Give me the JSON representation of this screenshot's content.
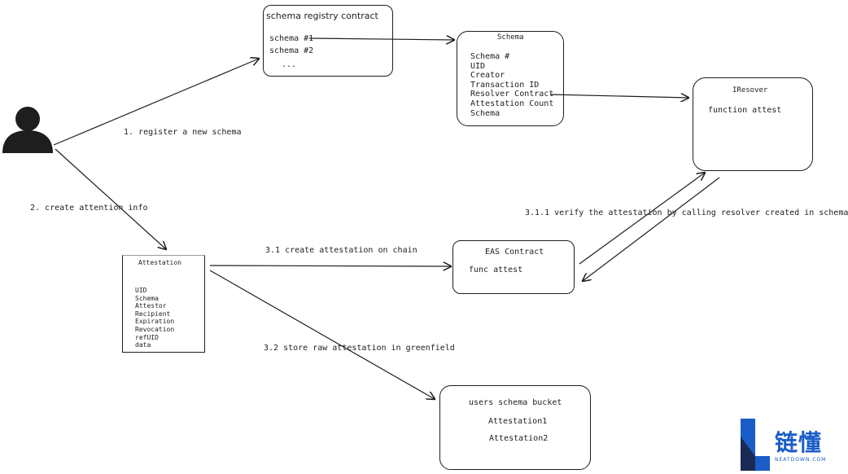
{
  "registry": {
    "title": "schema registry contract",
    "items": [
      "schema #1",
      "schema #2",
      "..."
    ]
  },
  "schema": {
    "title": "Schema",
    "fields": [
      "Schema #",
      "UID",
      "Creator",
      "Transaction ID",
      "Resolver Contract",
      "Attestation Count",
      "Schema"
    ]
  },
  "resolver": {
    "title": "IResover",
    "function": "function attest"
  },
  "attestation": {
    "title": "Attestation",
    "fields": [
      "UID",
      "Schema",
      "Attestor",
      "Recipient",
      "Expiration",
      "Revocation",
      "refUID",
      "data"
    ]
  },
  "eas": {
    "title": "EAS Contract",
    "function": "func attest"
  },
  "bucket": {
    "title": "users schema bucket",
    "items": [
      "Attestation1",
      "Attestation2"
    ]
  },
  "edges": {
    "register": "1. register a new schema",
    "create_info": "2. create attention info",
    "create_chain": "3.1 create attestation on chain",
    "store_raw": "3.2 store raw attestation in greenfield",
    "verify": "3.1.1 verify the attestation by calling resolver created in schema"
  },
  "logo": {
    "text": "链懂",
    "sub": "NEATDOWN.COM"
  },
  "colors": {
    "stroke": "#1e1e1e",
    "logo_blue": "#1a5cc8",
    "logo_dark": "#1b2a55"
  }
}
